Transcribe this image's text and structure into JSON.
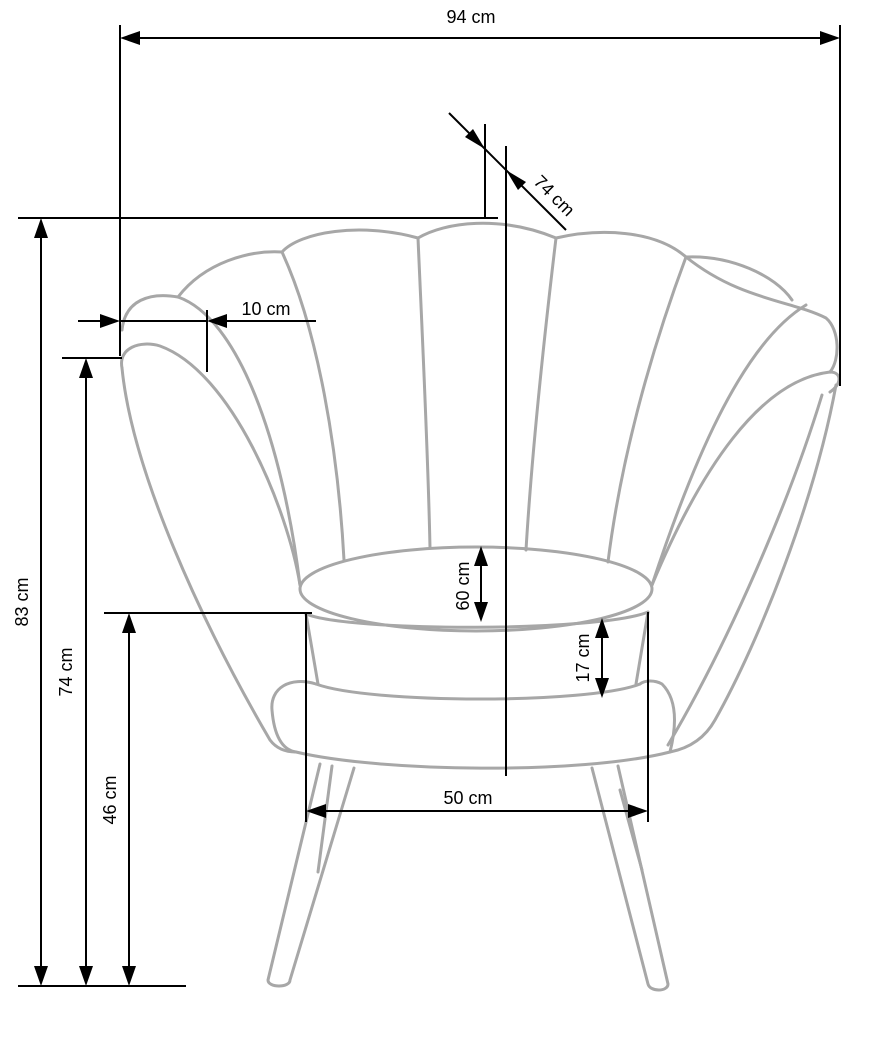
{
  "dimensions": {
    "width": "94 cm",
    "depth": "74 cm",
    "arm_width": "10 cm",
    "total_height": "83 cm",
    "arm_height": "74 cm",
    "seat_height": "46 cm",
    "seat_depth": "60 cm",
    "seat_thickness": "17 cm",
    "seat_width": "50 cm"
  },
  "colors": {
    "outline": "#a7a7a7",
    "dimension_line": "#000000",
    "background": "#ffffff"
  }
}
